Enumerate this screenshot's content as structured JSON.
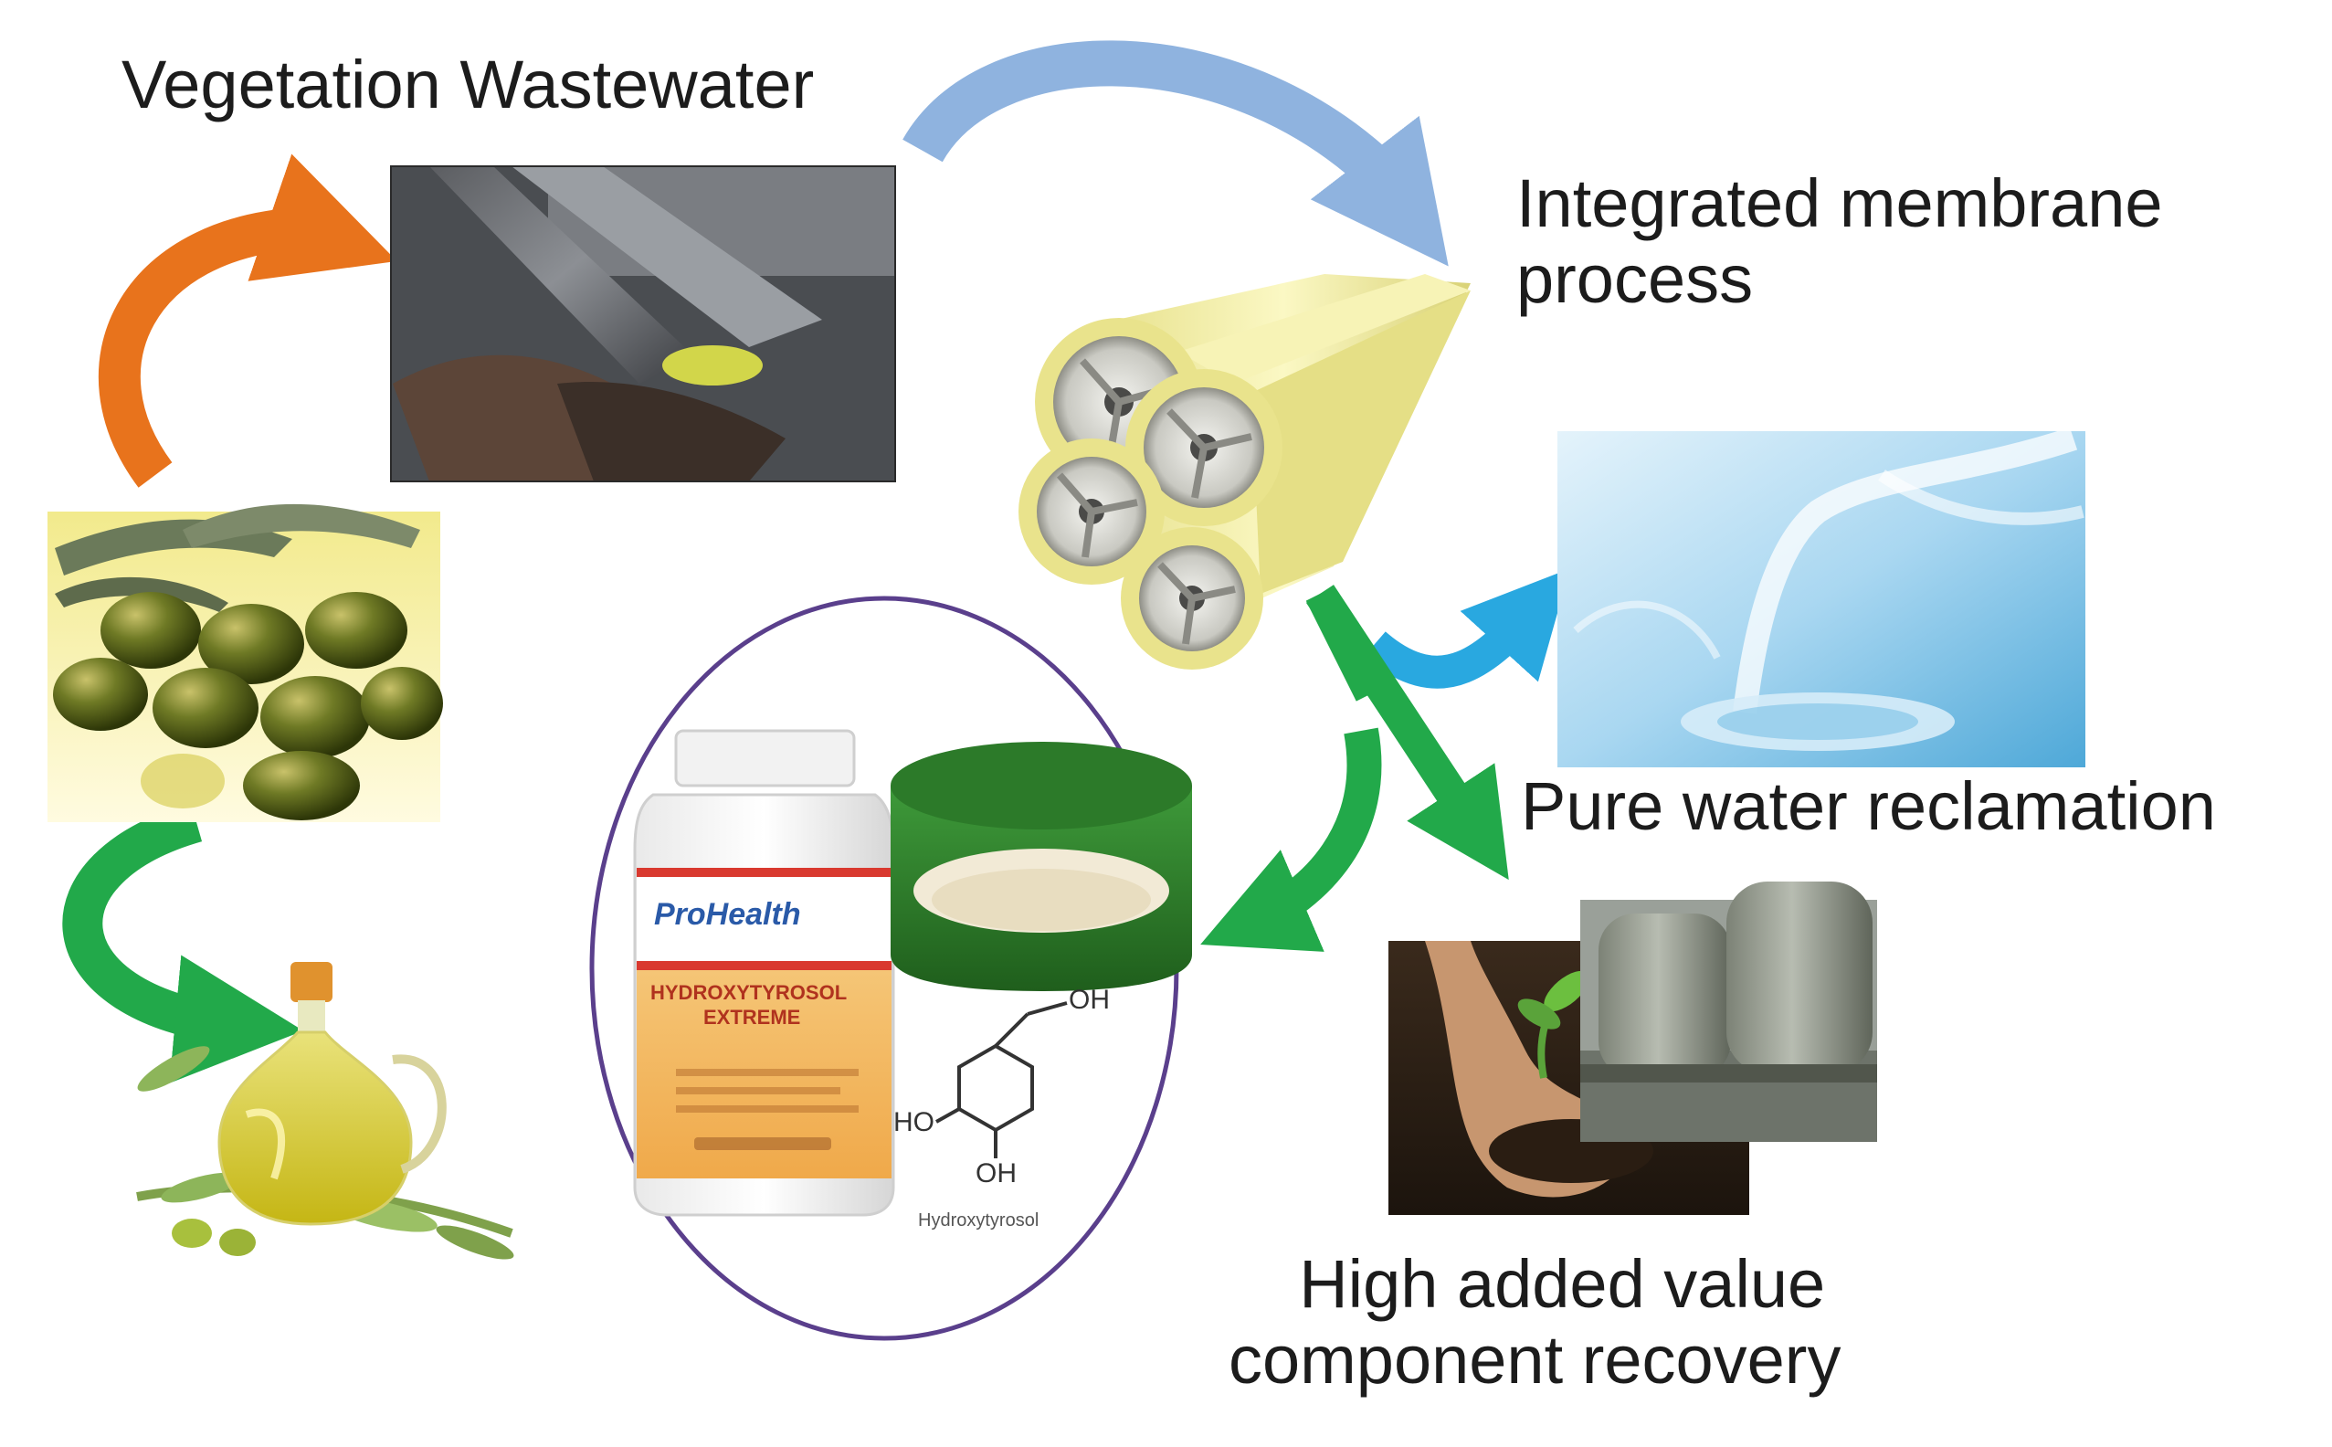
{
  "labels": {
    "vegetation_wastewater": "Vegetation Wastewater",
    "membrane_line1": "Integrated membrane",
    "membrane_line2": "process",
    "pure_water": "Pure water reclamation",
    "high_value_line1": "High added value",
    "high_value_line2": "component recovery"
  },
  "supplement": {
    "brand": "ProHealth",
    "product_line1": "HYDROXYTYROSOL",
    "product_line2": "EXTREME"
  },
  "molecule": {
    "oh_top": "OH",
    "ho_left": "HO",
    "oh_bottom": "OH",
    "name": "Hydroxytyrosol"
  },
  "colors": {
    "arrow_orange": "#e8731c",
    "arrow_green": "#22a94a",
    "arrow_blue_light": "#8fb3df",
    "arrow_cyan": "#29a8e0",
    "circle_purple": "#5a3f8c",
    "membrane_yellow": "#f3ef9a"
  },
  "icons": [
    "olives-photo",
    "olive-oil-bottle-photo",
    "wastewater-pipe-photo",
    "membrane-modules-image",
    "pure-water-photo",
    "soil-hands-photo",
    "storage-tanks-photo",
    "supplement-bottle-image",
    "powder-jar-image",
    "hydroxytyrosol-structure"
  ]
}
